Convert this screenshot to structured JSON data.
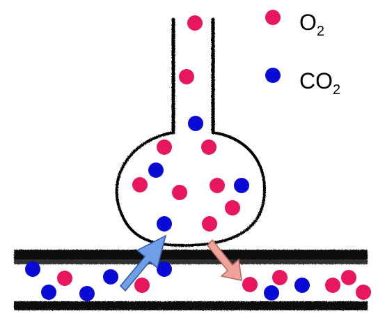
{
  "legend": [
    {
      "symbol": "O",
      "sub": "2",
      "color": "#e8175d"
    },
    {
      "symbol": "CO",
      "sub": "2",
      "color": "#0a0ad6"
    }
  ],
  "arrows": [
    {
      "color": "#6f9fe6",
      "direction": "into-alveolus"
    },
    {
      "color": "#f0a39a",
      "direction": "into-capillary"
    }
  ],
  "alveolus_molecules": [
    {
      "kind": "o2"
    },
    {
      "kind": "o2"
    },
    {
      "kind": "co2"
    },
    {
      "kind": "o2"
    },
    {
      "kind": "o2"
    },
    {
      "kind": "co2"
    },
    {
      "kind": "o2"
    },
    {
      "kind": "o2"
    },
    {
      "kind": "o2"
    },
    {
      "kind": "co2"
    },
    {
      "kind": "o2"
    },
    {
      "kind": "co2"
    },
    {
      "kind": "o2"
    }
  ],
  "capillary_molecules": [
    {
      "kind": "co2"
    },
    {
      "kind": "o2"
    },
    {
      "kind": "co2"
    },
    {
      "kind": "co2"
    },
    {
      "kind": "co2"
    },
    {
      "kind": "co2"
    },
    {
      "kind": "o2"
    },
    {
      "kind": "o2"
    },
    {
      "kind": "co2"
    },
    {
      "kind": "o2"
    },
    {
      "kind": "co2"
    },
    {
      "kind": "o2"
    },
    {
      "kind": "o2"
    },
    {
      "kind": "o2"
    }
  ]
}
